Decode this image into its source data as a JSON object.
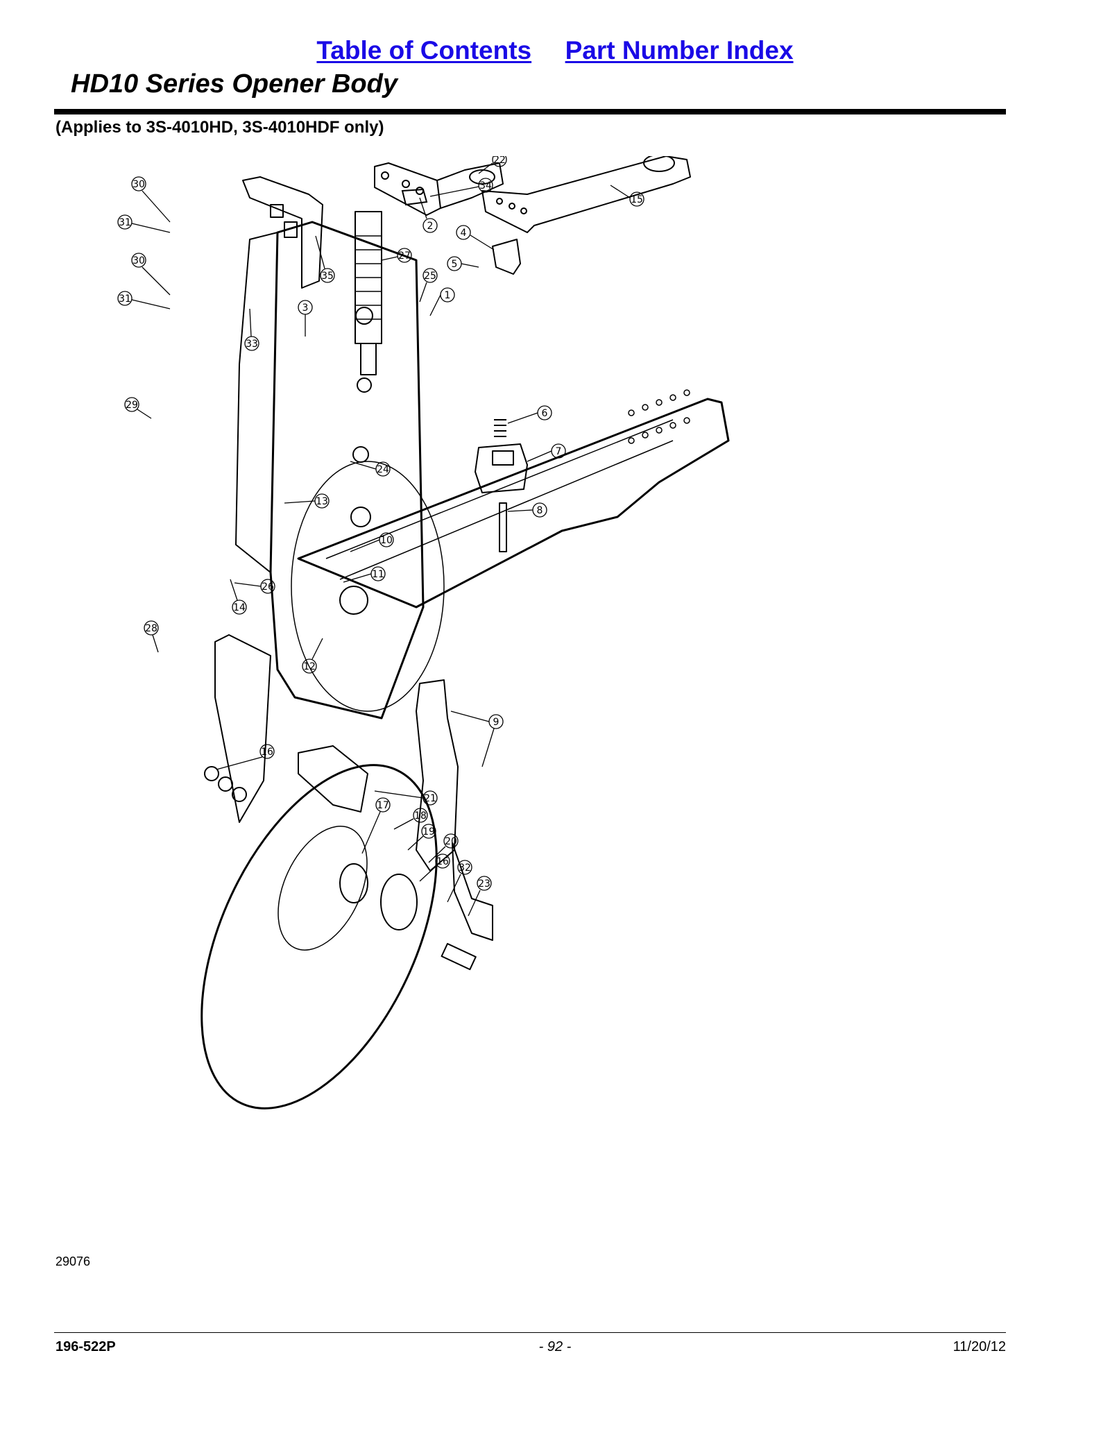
{
  "nav": {
    "toc_label": "Table of Contents",
    "index_label": "Part Number Index"
  },
  "page": {
    "title": "HD10 Series Opener Body",
    "subtitle": "(Applies to 3S-4010HD, 3S-4010HDF only)",
    "figure_id": "29076"
  },
  "footer": {
    "doc_number": "196-522P",
    "page_number": "- 92 -",
    "date": "11/20/12"
  },
  "callouts": [
    "1",
    "2",
    "3",
    "4",
    "5",
    "6",
    "7",
    "8",
    "9",
    "10",
    "11",
    "12",
    "13",
    "14",
    "15",
    "16",
    "17",
    "18",
    "19",
    "20",
    "21",
    "22",
    "23",
    "24",
    "25",
    "26",
    "27",
    "28",
    "29",
    "30",
    "31",
    "32",
    "33",
    "34",
    "35"
  ]
}
